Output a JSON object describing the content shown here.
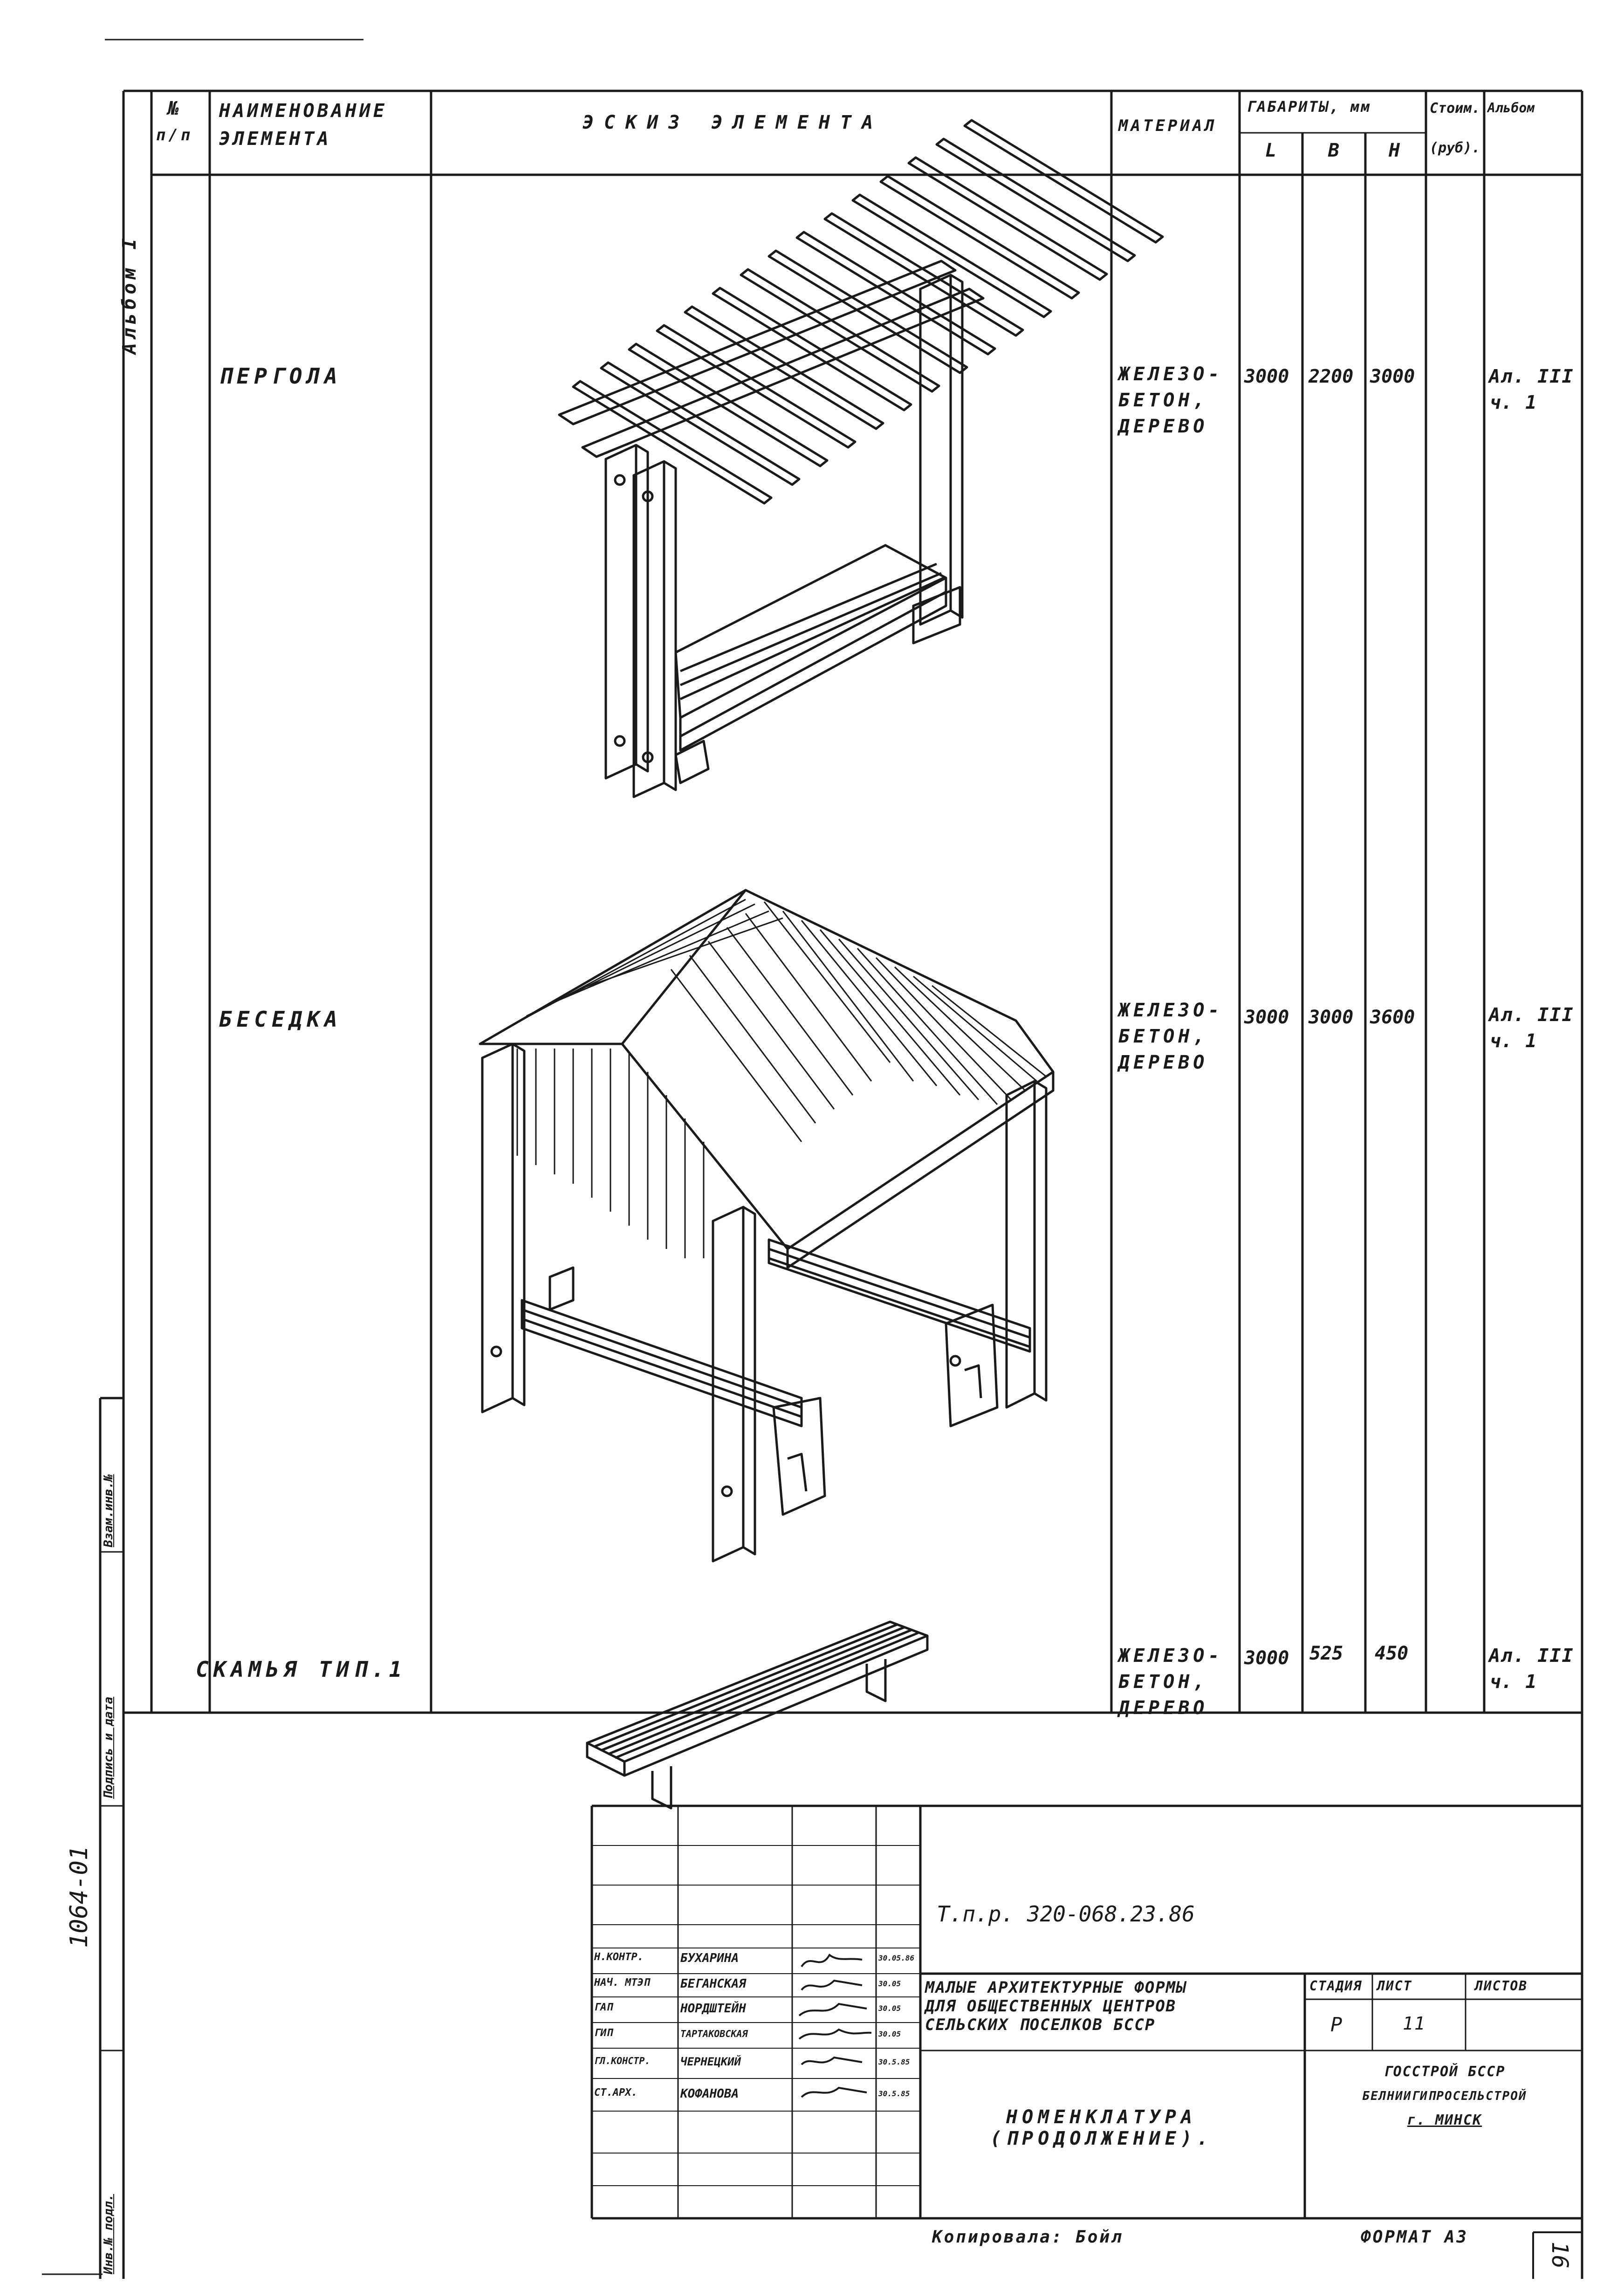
{
  "header": {
    "num": "№",
    "num2": "п/п",
    "name_line1": "НАИМЕНОВАНИЕ",
    "name_line2": "ЭЛЕМЕНТА",
    "sketch": "ЭСКИЗ ЭЛЕМЕНТА",
    "material": "МАТЕРИАЛ",
    "dims": "ГАБАРИТЫ, мм",
    "dim_l": "L",
    "dim_b": "B",
    "dim_h": "H",
    "cost_line1": "Стоим.",
    "cost_line2": "(руб).",
    "album": "Альбом"
  },
  "side_album_label": "Альбом I",
  "rows": [
    {
      "name": "ПЕРГОЛА",
      "material": [
        "ЖЕЛЕЗО-",
        "БЕТОН,",
        "ДЕРЕВО"
      ],
      "L": "3000",
      "B": "2200",
      "H": "3000",
      "album": [
        "Ал. III",
        "ч. 1"
      ]
    },
    {
      "name": "БЕСЕДКА",
      "material": [
        "ЖЕЛЕЗО-",
        "БЕТОН,",
        "ДЕРЕВО"
      ],
      "L": "3000",
      "B": "3000",
      "H": "3600",
      "album": [
        "Ал. III",
        "ч. 1"
      ]
    },
    {
      "name": "СКАМЬЯ ТИП.1",
      "material": [
        "ЖЕЛЕЗО-",
        "БЕТОН,",
        "ДЕРЕВО"
      ],
      "L": "3000",
      "B": "525",
      "H": "450",
      "album": [
        "Ал. III",
        "ч. 1"
      ]
    }
  ],
  "stamp_labels": [
    "Взам.инв.№",
    "Подпись и дата",
    "Инв.№ подл."
  ],
  "stamp_inv_no": "1064-01",
  "title_block": {
    "code": "Т.п.р. 320-068.23.86",
    "people": [
      {
        "role": "Н.КОНТР.",
        "name": "БУХАРИНА",
        "date": "30.05.86"
      },
      {
        "role": "НАЧ. МТЭП",
        "name": "БЕГАНСКАЯ",
        "date": "30.05"
      },
      {
        "role": "ГАП",
        "name": "НОРДШТЕЙН",
        "date": "30.05"
      },
      {
        "role": "ГИП",
        "name": "ТАРТАКОВСКАЯ",
        "date": "30.05"
      },
      {
        "role": "ГЛ.КОНСТР.",
        "name": "ЧЕРНЕЦКИЙ",
        "date": "30.5.85"
      },
      {
        "role": "СТ.АРХ.",
        "name": "КОФАНОВА",
        "date": "30.5.85"
      }
    ],
    "project_title": [
      "МАЛЫЕ АРХИТЕКТУРНЫЕ ФОРМЫ",
      "ДЛЯ ОБЩЕСТВЕННЫХ ЦЕНТРОВ",
      "СЕЛЬСКИХ ПОСЕЛКОВ БССР"
    ],
    "sheet_title": [
      "НОМЕНКЛАТУРА",
      "(ПРОДОЛЖЕНИЕ)."
    ],
    "stage_label": "СТАДИЯ",
    "sheet_label": "ЛИСТ",
    "sheets_label": "ЛИСТОВ",
    "stage": "Р",
    "sheet": "11",
    "org": [
      "ГОССТРОЙ БССР",
      "БЕЛНИИГИПРОСЕЛЬСТРОЙ",
      "г. МИНСК"
    ]
  },
  "footer": {
    "copied": "Копировала: Бойл",
    "format": "ФОРМАТ А3",
    "page": "16"
  }
}
